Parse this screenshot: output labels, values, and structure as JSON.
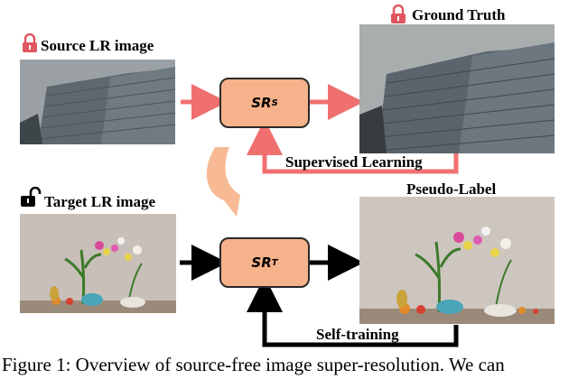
{
  "labels": {
    "source_lr": "Source LR image",
    "ground_truth": "Ground Truth",
    "target_lr": "Target LR image",
    "pseudo_label": "Pseudo-Label",
    "supervised_learning": "Supervised Learning",
    "self_training": "Self-training"
  },
  "models": {
    "source": {
      "base": "SR",
      "sub": "S"
    },
    "target": {
      "base": "SR",
      "sub": "T"
    }
  },
  "icons": {
    "source_lock": "lock-closed-icon",
    "gt_lock": "lock-closed-icon",
    "target_lock": "lock-open-icon"
  },
  "colors": {
    "box_fill": "#f6b28a",
    "supervised_arrow": "#f07070",
    "transfer_arrow": "#f6b28a",
    "self_training_arrow": "#000000",
    "lock_red": "#e05560",
    "lock_black": "#000000"
  },
  "caption": "Figure 1: Overview of source-free image super-resolution. We can"
}
